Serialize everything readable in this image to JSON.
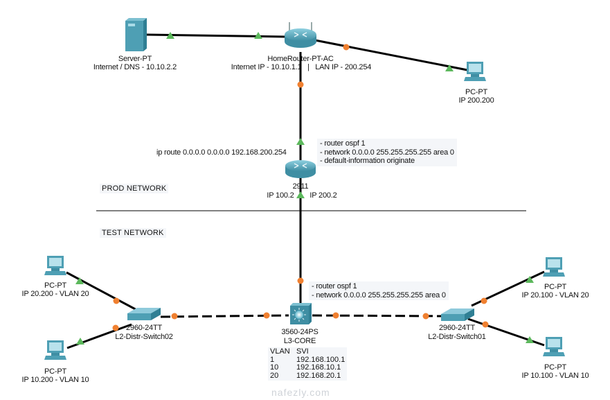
{
  "zones": {
    "prod_label": "PROD NETWORK",
    "test_label": "TEST NETWORK"
  },
  "devices": {
    "server": {
      "model": "Server-PT",
      "desc": "Internet / DNS - 10.10.2.2"
    },
    "home_router": {
      "model": "HomeRouter-PT-AC",
      "desc": "Internet IP - 10.10.1.1   |   LAN IP - 200.254"
    },
    "pc_top": {
      "model": "PC-PT",
      "desc": "IP 200.200"
    },
    "router_2911": {
      "model": "2911",
      "left_ip": "IP 100.2",
      "right_ip": "IP 200.2"
    },
    "l3_core": {
      "model": "3560-24PS",
      "name": "L3-CORE"
    },
    "switch02": {
      "model": "2960-24TT",
      "name": "L2-Distr-Switch02"
    },
    "switch01": {
      "model": "2960-24TT",
      "name": "L2-Distr-Switch01"
    },
    "pc_left_top": {
      "model": "PC-PT",
      "desc": "IP 20.200 - VLAN 20"
    },
    "pc_left_bottom": {
      "model": "PC-PT",
      "desc": "IP 10.200 - VLAN 10"
    },
    "pc_right_top": {
      "model": "PC-PT",
      "desc": "IP 20.100 - VLAN 20"
    },
    "pc_right_bottom": {
      "model": "PC-PT",
      "desc": "IP 10.100 - VLAN 10"
    }
  },
  "notes": {
    "static_route": "ip route 0.0.0.0 0.0.0.0 192.168.200.254",
    "router_ospf": "- router ospf 1\n- network 0.0.0.0 255.255.255.255 area 0\n- default-information originate",
    "core_ospf": "- router ospf 1\n- network 0.0.0.0 255.255.255.255 area 0"
  },
  "vlan_table": {
    "headers": [
      "VLAN",
      "SVI"
    ],
    "rows": [
      [
        "1",
        "192.168.100.1"
      ],
      [
        "10",
        "192.168.10.1"
      ],
      [
        "20",
        "192.168.20.1"
      ]
    ]
  },
  "colors": {
    "link": "#000000",
    "link_up": "#5cb85c",
    "link_pending": "#f08030",
    "device_fill": "#4e9fb4",
    "separator": "#808080"
  },
  "watermark": "nafezly.com"
}
